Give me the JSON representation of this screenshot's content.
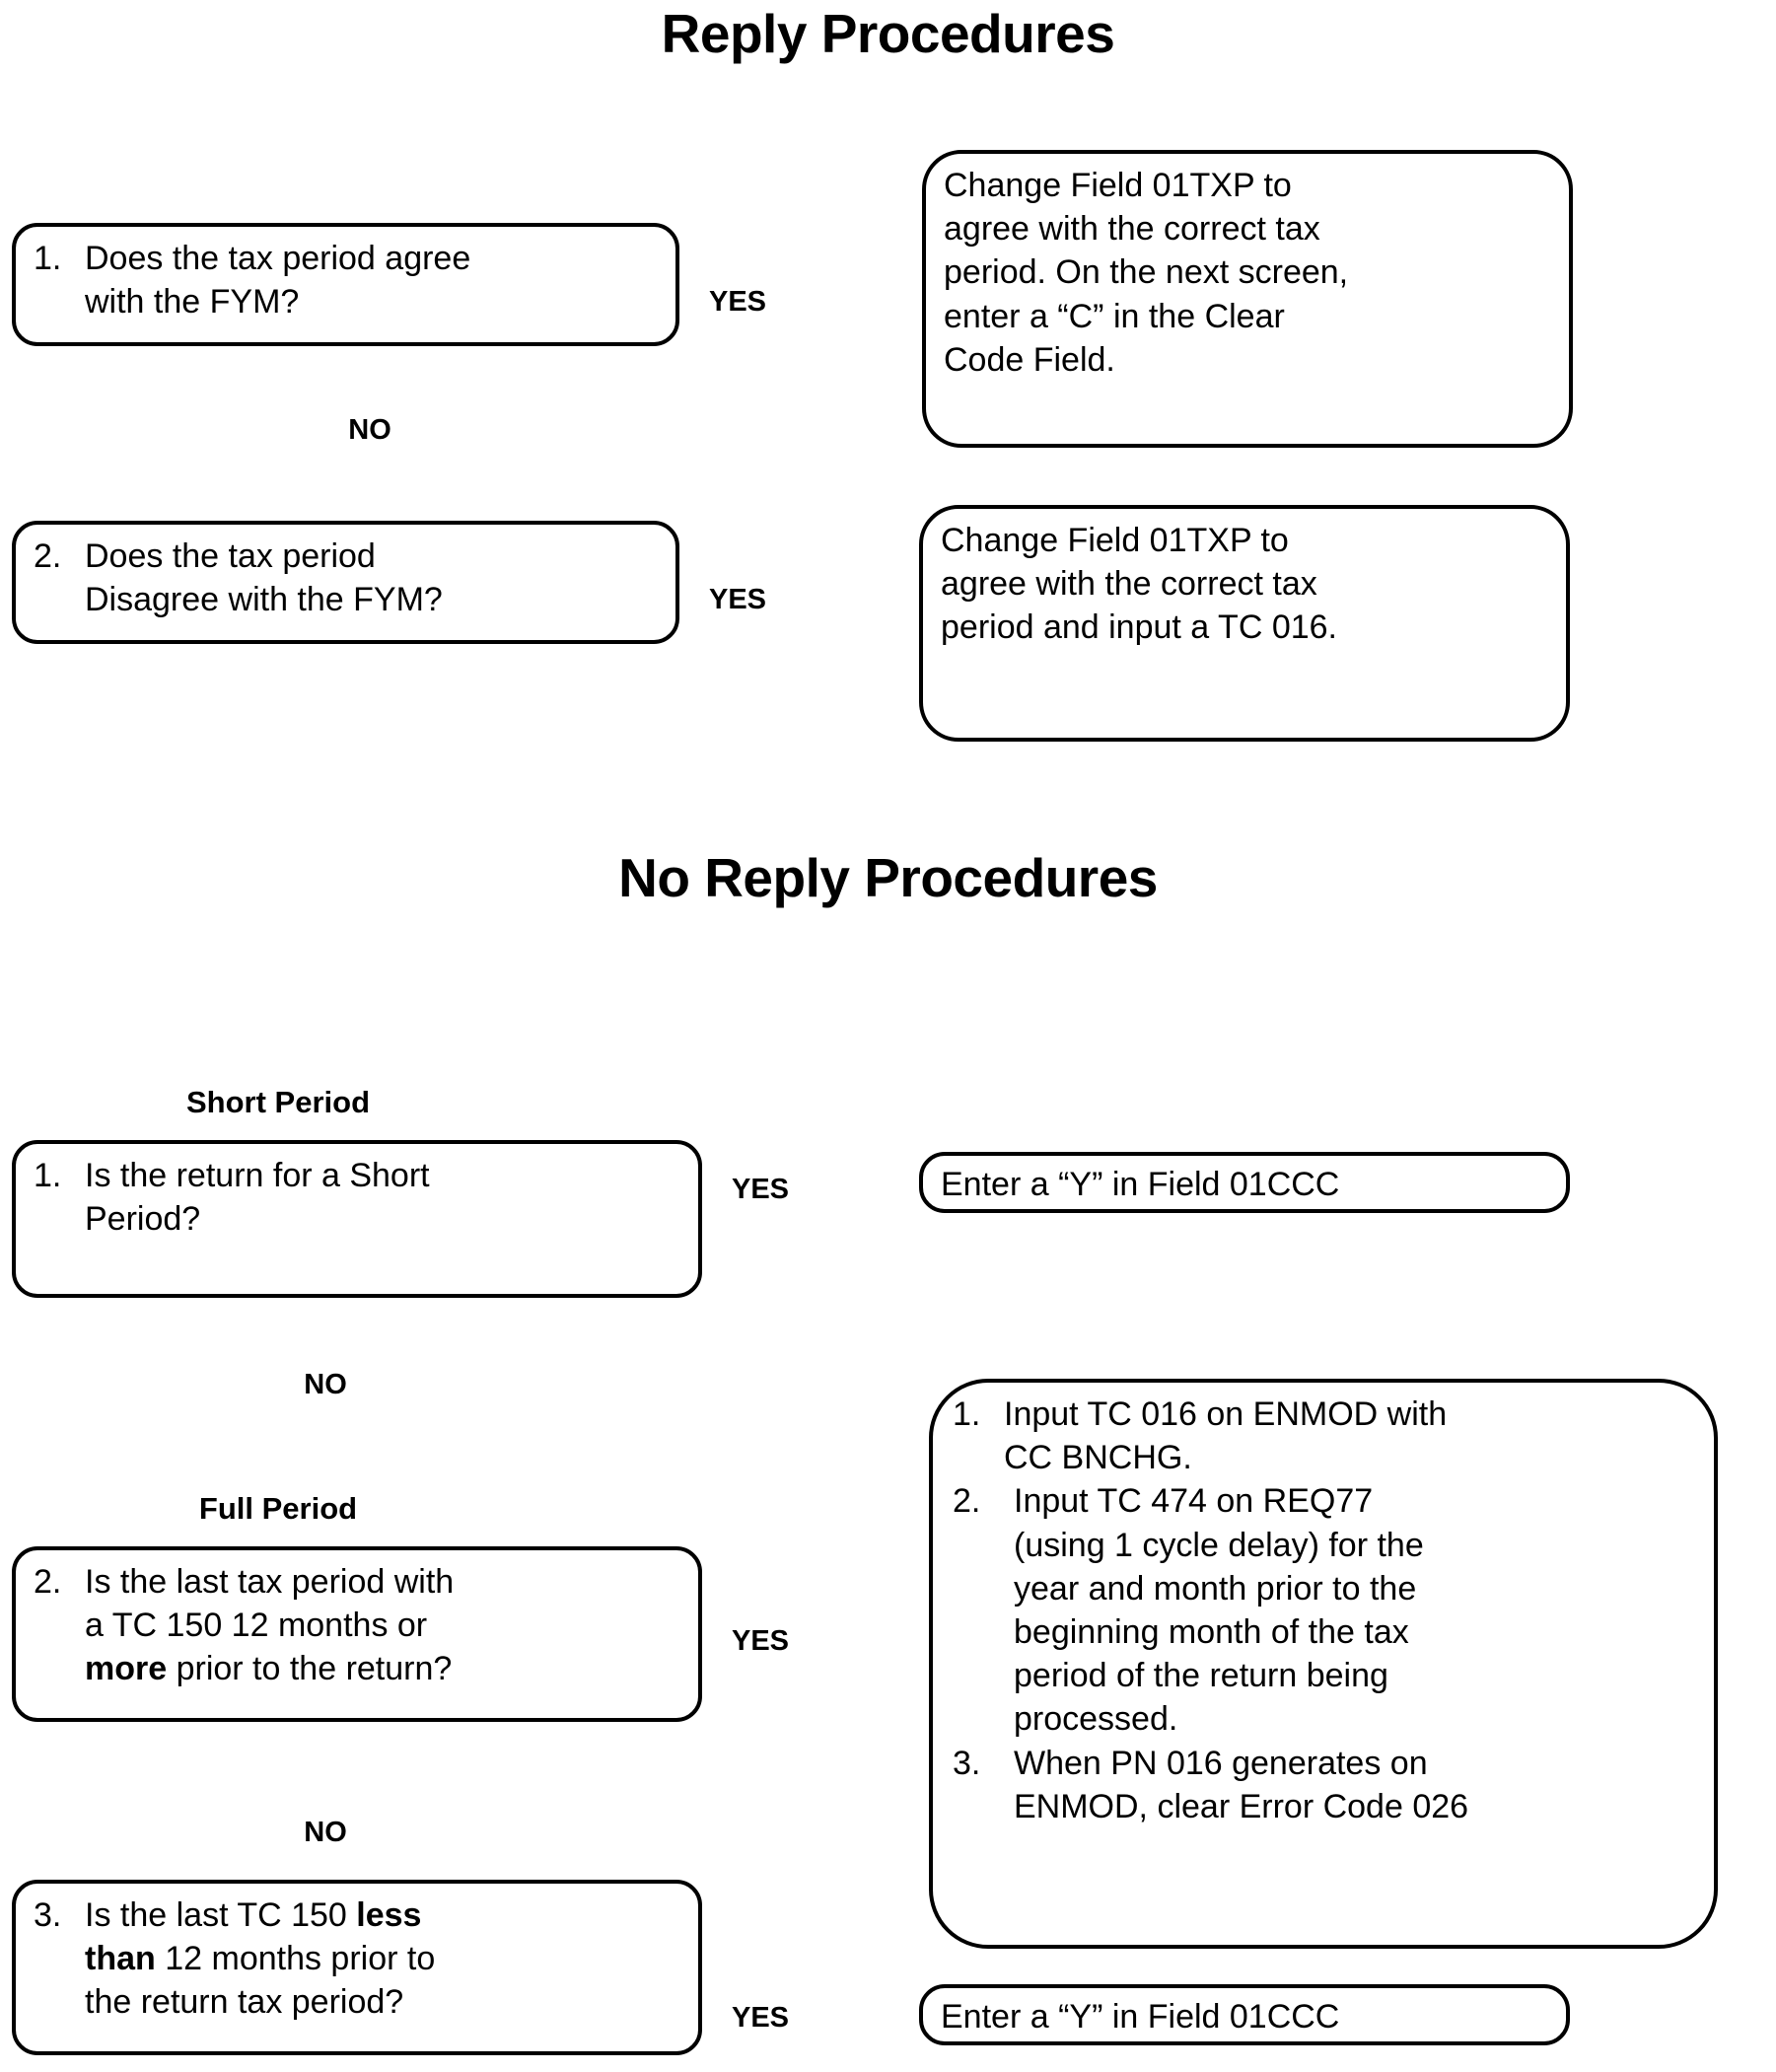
{
  "document": {
    "sections": [
      {
        "id": "reply",
        "title": "Reply Procedures",
        "rows": [
          {
            "question": {
              "number": "1.",
              "lines": [
                "Does the tax period agree",
                "with the FYM?"
              ]
            },
            "edge_label": "YES",
            "action": {
              "lines": [
                "Change Field 01TXP to",
                "agree with the correct tax",
                "period. On the next screen,",
                "enter a “C” in the Clear",
                "Code Field."
              ]
            }
          },
          {
            "connector_label": "NO",
            "question": {
              "number": "2.",
              "lines": [
                "Does the tax period",
                "Disagree with the FYM?"
              ]
            },
            "edge_label": "YES",
            "action": {
              "lines": [
                "Change Field 01TXP to",
                "agree with the correct tax",
                "period and input a TC 016."
              ]
            }
          }
        ]
      },
      {
        "id": "no-reply",
        "title": "No Reply Procedures",
        "rows": [
          {
            "group_label": "Short Period",
            "question": {
              "number": "1.",
              "lines": [
                "Is the return for a Short",
                "Period?"
              ]
            },
            "edge_label": "YES",
            "action": {
              "lines": [
                "Enter a “Y” in Field 01CCC"
              ]
            }
          },
          {
            "connector_label": "NO",
            "group_label": "Full Period",
            "question": {
              "number": "2.",
              "lines": [
                "Is the last tax period with",
                "a TC 150 12 months or",
                "more prior to the return?"
              ],
              "bold_runs": [
                "more"
              ]
            },
            "edge_label": "YES",
            "action": {
              "items": [
                {
                  "number": "1.",
                  "lines": [
                    "Input TC 016 on ENMOD with",
                    "CC BNCHG."
                  ]
                },
                {
                  "number": "2.",
                  "lines": [
                    "Input TC 474 on REQ77",
                    "(using 1 cycle delay) for the",
                    "year and month prior to the",
                    "beginning month of the tax",
                    "period of the return being",
                    "processed."
                  ]
                },
                {
                  "number": "3.",
                  "lines": [
                    "When PN 016 generates on",
                    "ENMOD, clear Error Code 026"
                  ]
                }
              ]
            }
          },
          {
            "connector_label": "NO",
            "question": {
              "number": "3.",
              "lines": [
                "Is the last TC 150 less",
                "than 12 months prior to",
                "the return tax period?"
              ],
              "bold_runs": [
                "less",
                "than"
              ]
            },
            "edge_label": "YES",
            "action": {
              "lines": [
                "Enter a “Y” in Field 01CCC"
              ]
            }
          }
        ]
      }
    ]
  },
  "style": {
    "stroke_color": "#000000",
    "fill_color": "#ffffff",
    "text_color": "#000000"
  }
}
